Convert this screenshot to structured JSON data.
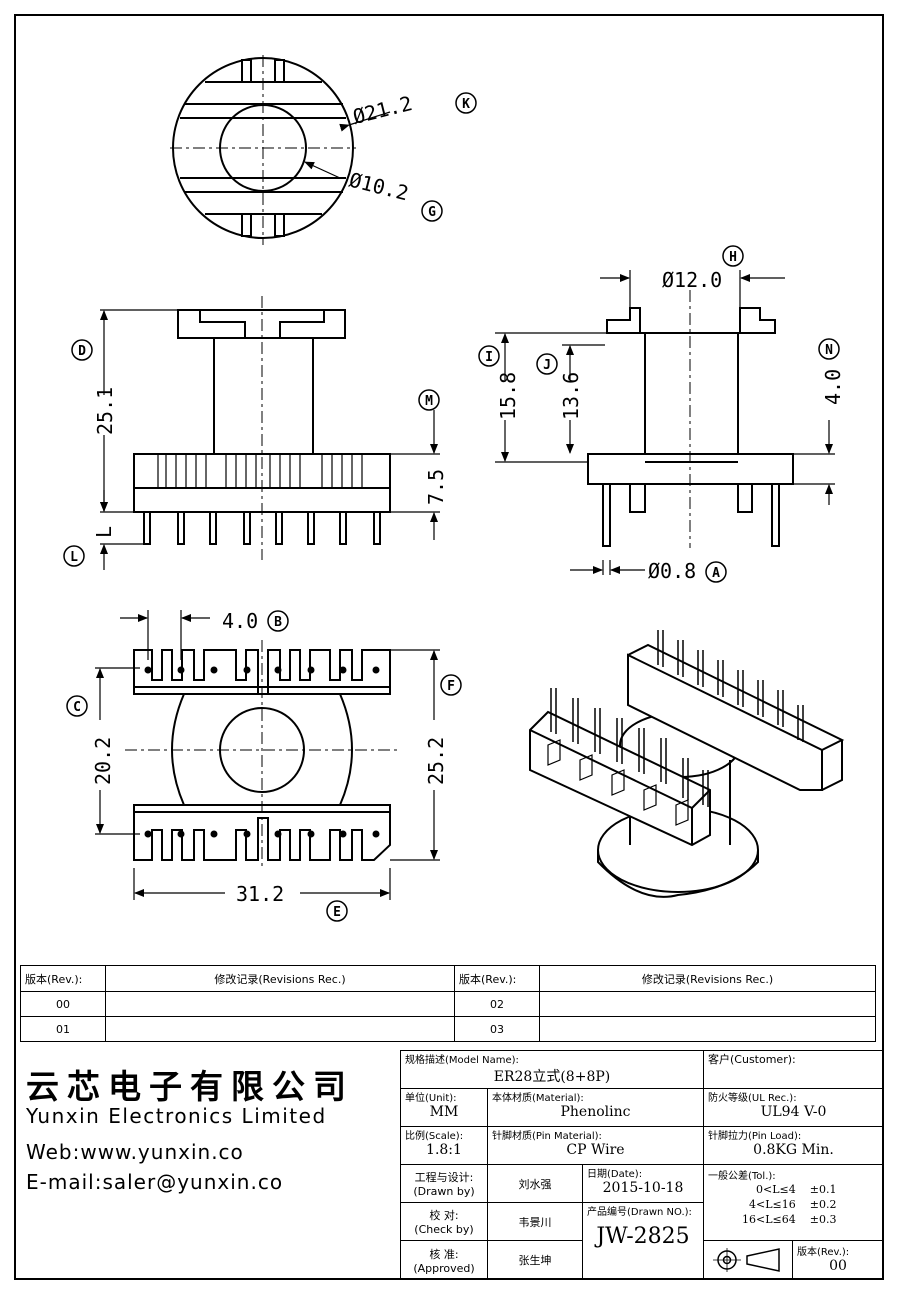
{
  "drawing": {
    "top_view": {
      "dia_outer": "Ø21.2",
      "tag_outer": "K",
      "dia_inner": "Ø10.2",
      "tag_inner": "G"
    },
    "front_view": {
      "height": "25.1",
      "tag_height": "D",
      "base": "7.5",
      "tag_base": "M",
      "pin": "L",
      "tag_pin": "L"
    },
    "side_view": {
      "width": "Ø12.0",
      "tag_width": "H",
      "h1": "15.8",
      "tag_h1": "I",
      "h2": "13.6",
      "tag_h2": "J",
      "h3": "4.0",
      "tag_h3": "N",
      "pin_dia": "Ø0.8",
      "tag_pin_dia": "A"
    },
    "bottom_view": {
      "pitch": "4.0",
      "tag_pitch": "B",
      "inner": "20.2",
      "tag_inner": "C",
      "outer": "25.2",
      "tag_outer": "F",
      "length": "31.2",
      "tag_length": "E"
    }
  },
  "revisions": {
    "header_rev": "版本(Rev.):",
    "header_rec": "修改记录(Revisions Rec.)",
    "rows": [
      {
        "left_rev": "00",
        "right_rev": "02"
      },
      {
        "left_rev": "01",
        "right_rev": "03"
      }
    ]
  },
  "company": {
    "name_cn": "云芯电子有限公司",
    "name_en": "Yunxin Electronics Limited",
    "web": "Web:www.yunxin.co",
    "email": "E-mail:saler@yunxin.co"
  },
  "title_block": {
    "model_label": "规格描述(Model Name):",
    "model_value": "ER28立式(8+8P)",
    "customer_label": "客户(Customer):",
    "unit_label": "单位(Unit):",
    "unit_value": "MM",
    "material_label": "本体材质(Material):",
    "material_value": "Phenolinc",
    "ul_label": "防火等级(UL Rec.):",
    "ul_value": "UL94 V-0",
    "scale_label": "比例(Scale):",
    "scale_value": "1.8:1",
    "pin_mat_label": "针脚材质(Pin Material):",
    "pin_mat_value": "CP Wire",
    "pin_load_label": "针脚拉力(Pin Load):",
    "pin_load_value": "0.8KG Min.",
    "drawn_label": "工程与设计:",
    "drawn_label2": "(Drawn by)",
    "drawn_value": "刘水强",
    "date_label": "日期(Date):",
    "date_value": "2015-10-18",
    "tol_label": "一般公差(Tol.):",
    "tol_rows": [
      {
        "range": "0<L≤4",
        "tol": "±0.1"
      },
      {
        "range": "4<L≤16",
        "tol": "±0.2"
      },
      {
        "range": "16<L≤64",
        "tol": "±0.3"
      }
    ],
    "check_label": "校 对:",
    "check_label2": "(Check by)",
    "check_value": "韦景川",
    "drawn_no_label": "产品编号(Drawn NO.):",
    "drawn_no_value": "JW-2825",
    "approve_label": "核 准:",
    "approve_label2": "(Approved)",
    "approve_value": "张生坤",
    "rev_label": "版本(Rev.):",
    "rev_value": "00"
  }
}
